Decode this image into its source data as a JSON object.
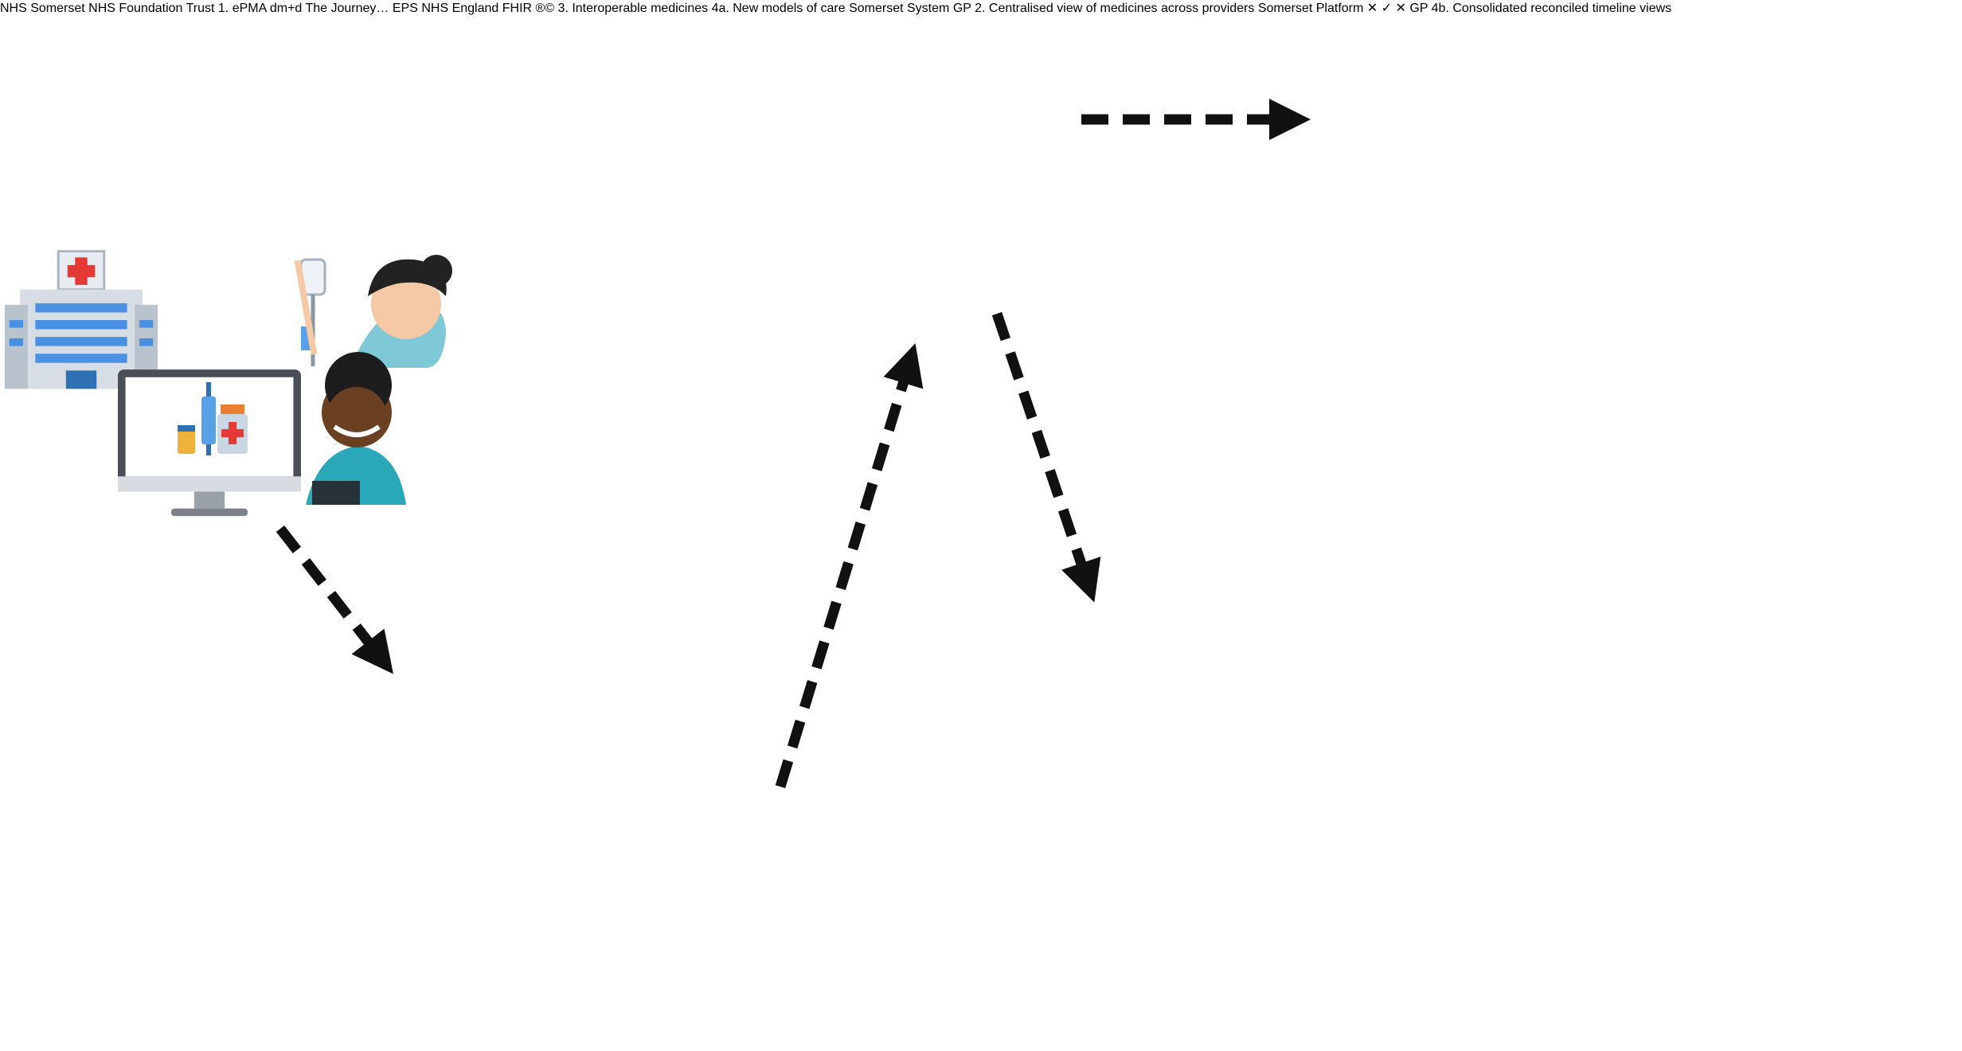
{
  "title": "The Journey…",
  "logos": {
    "nhs_badge": "NHS",
    "somerset": "Somerset",
    "trust": "NHS Foundation Trust",
    "eps": "EPS",
    "nhs_england_badge": "NHS",
    "england": "England",
    "fhir": "FHIR",
    "fhir_mark": "®©",
    "dmd": "dm+d"
  },
  "steps": {
    "step1": "1. ePMA",
    "step2_line1": "2. Centralised view of",
    "step2_line2": "medicines across providers",
    "step3_line1": "3. Interoperable",
    "step3_line2": "medicines",
    "step4a": "4a. New models of care",
    "step4a_sub": "Somerset System",
    "step4b_line1": "4b. Consolidated",
    "step4b_line2": "reconciled timeline views"
  },
  "platform": {
    "line1": "Somerset",
    "line2": "Platform"
  },
  "icons": {
    "gp_label": "GP"
  },
  "status": {
    "step1": "done",
    "dmd": "done",
    "fhir": "done",
    "step2": "done",
    "step3": "done",
    "step4a": "pending",
    "step4b": "pending"
  },
  "colors": {
    "done": "#3aa84b",
    "pending": "#f4b400",
    "purple": "#6a2fa0",
    "nhs_blue": "#005eb8",
    "arrow": "#111111",
    "link": "#1f72c4"
  }
}
